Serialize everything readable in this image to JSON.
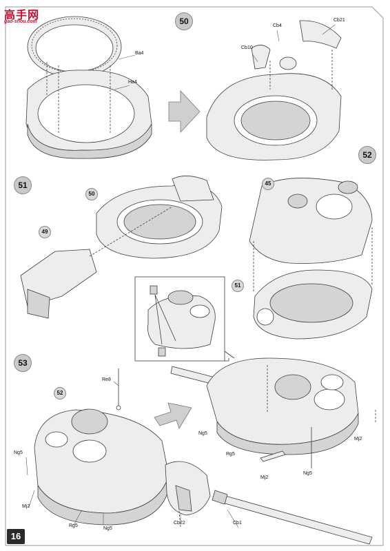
{
  "watermark": {
    "title": "高手网",
    "url": "gao-shou.com"
  },
  "page_number": "16",
  "steps": {
    "s50": "50",
    "s51": "51",
    "s52": "52",
    "s53": "53"
  },
  "part_refs": {
    "p49": "49",
    "p50": "50",
    "p45": "45",
    "p51": "51",
    "p52": "52"
  },
  "labels": {
    "ba4": "Ba4",
    "ha4": "Ha4",
    "cb4": "Cb4",
    "cb10": "Cb10",
    "cb21": "Cb21",
    "re8": "Re8",
    "ng5": "Ng5",
    "rg5": "Rg5",
    "mj2": "Mj2",
    "cb22": "Cb22",
    "cb1": "Cb1"
  },
  "colors": {
    "line": "#3a3a3a",
    "fill": "#ededed",
    "shade": "#d4d4d4",
    "arrow": "#cfcfcf"
  }
}
